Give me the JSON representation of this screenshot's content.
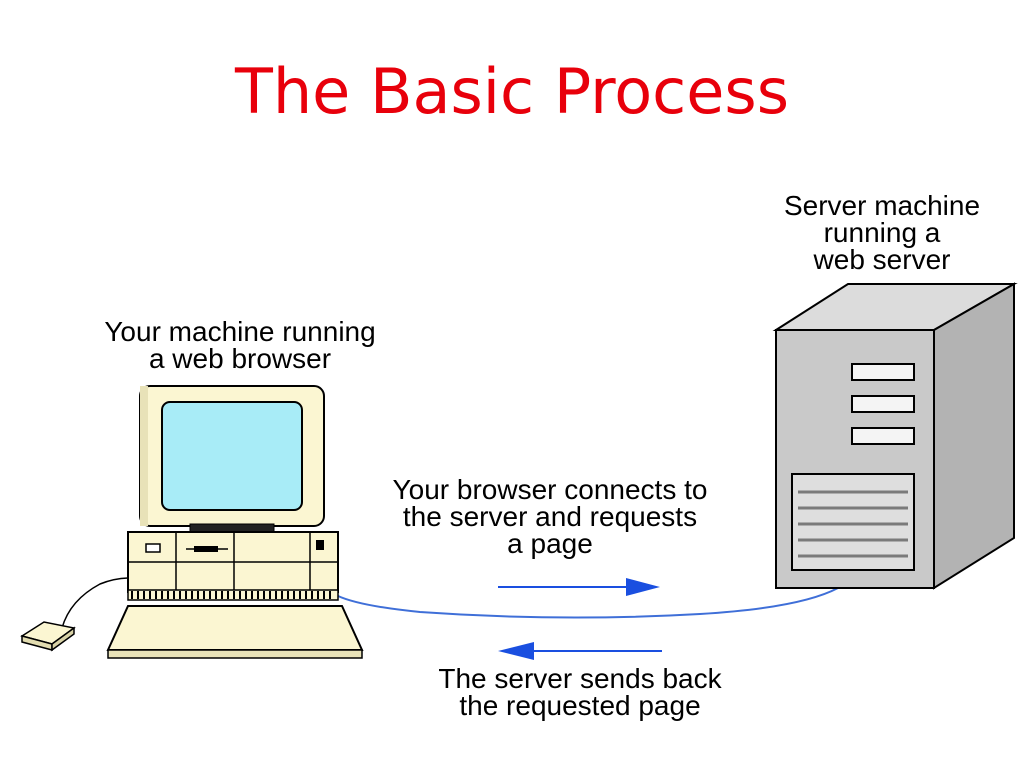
{
  "slide": {
    "title": "The Basic Process"
  },
  "client": {
    "label_lines": [
      "Your machine running",
      "a web browser"
    ]
  },
  "server": {
    "label_lines": [
      "Server machine",
      "running a",
      "web server"
    ]
  },
  "request": {
    "label_lines": [
      "Your browser connects to",
      "the server and requests",
      "a page"
    ],
    "direction": "right"
  },
  "response": {
    "label_lines": [
      "The server sends back",
      "the requested page"
    ],
    "direction": "left"
  },
  "colors": {
    "title": "#e8000b",
    "arrow": "#1a4fe0",
    "cable": "#3f6fd8",
    "screen": "#a8ecf7",
    "monitor_body": "#fbf6d2",
    "server_body": "#c9c9c9"
  }
}
